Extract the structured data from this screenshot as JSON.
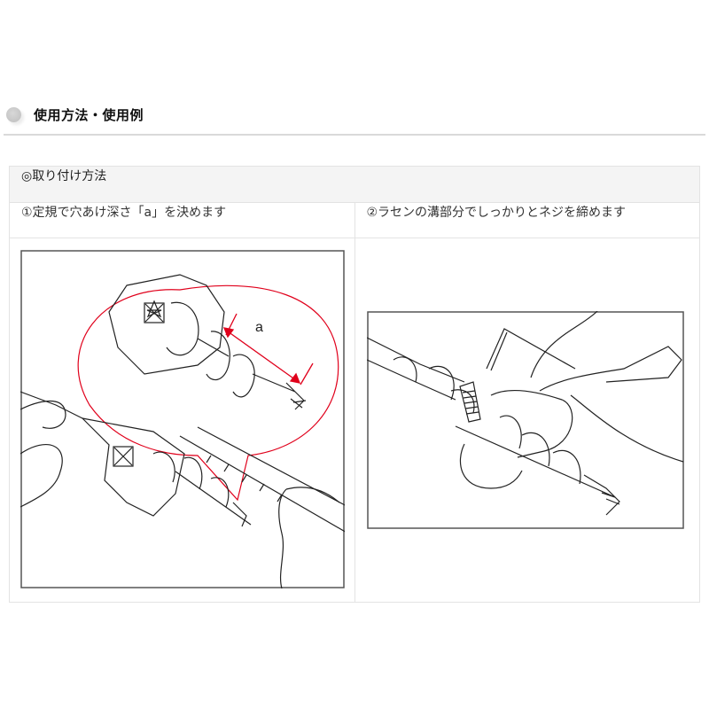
{
  "section": {
    "title": "使用方法・使用例",
    "icon": "gray-bullet-circle"
  },
  "table": {
    "header": "◎取り付け方法",
    "steps": [
      {
        "label": "①定規で穴あけ深さ「a」を決めます",
        "illustration": "ruler-measure-depth"
      },
      {
        "label": "②ラセンの溝部分でしっかりとネジを締めます",
        "illustration": "hex-wrench-tighten-screw"
      }
    ],
    "callout_label": "a",
    "colors": {
      "callout": "#e0001b",
      "border": "#e3e3e3",
      "header_bg": "#f4f4f4"
    }
  }
}
